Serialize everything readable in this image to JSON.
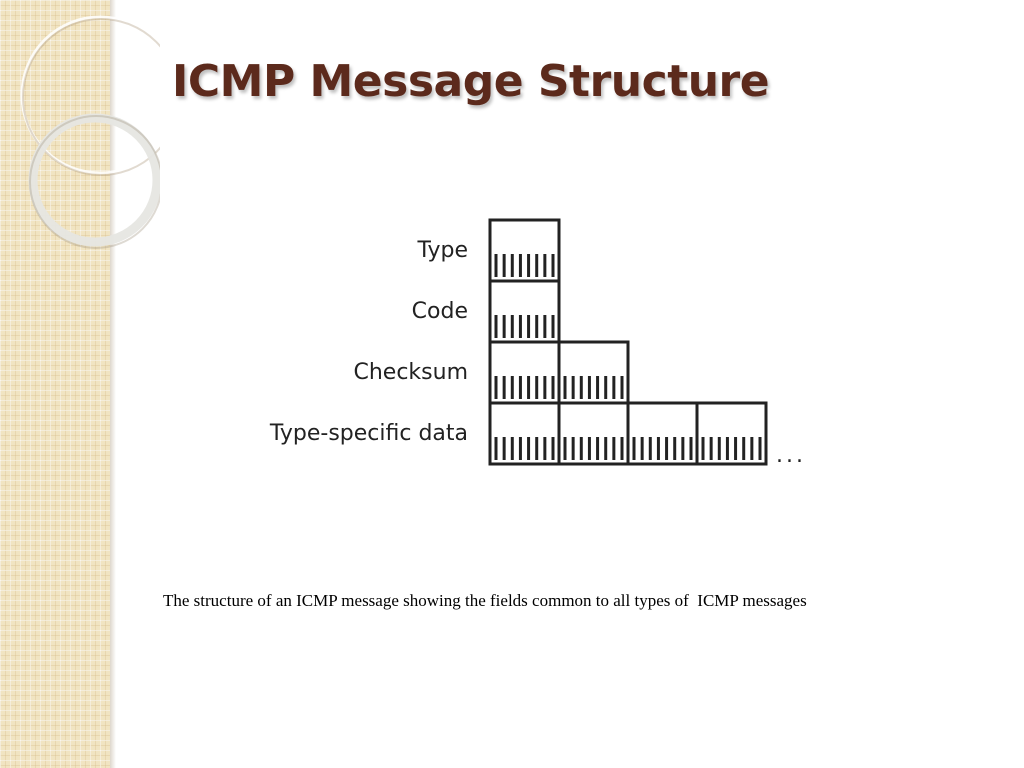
{
  "slide": {
    "title": "ICMP Message Structure",
    "caption": "The structure of an ICMP message showing the fields common to all types of  ICMP messages"
  },
  "diagram": {
    "fields": [
      {
        "label": "Type",
        "bytes": 1
      },
      {
        "label": "Code",
        "bytes": 1
      },
      {
        "label": "Checksum",
        "bytes": 2
      },
      {
        "label": "Type-specific data",
        "bytes": 4
      }
    ],
    "continuation": "..."
  },
  "colors": {
    "title": "#5c2a1c",
    "band": "#f1e4c2",
    "lines": "#222222"
  }
}
